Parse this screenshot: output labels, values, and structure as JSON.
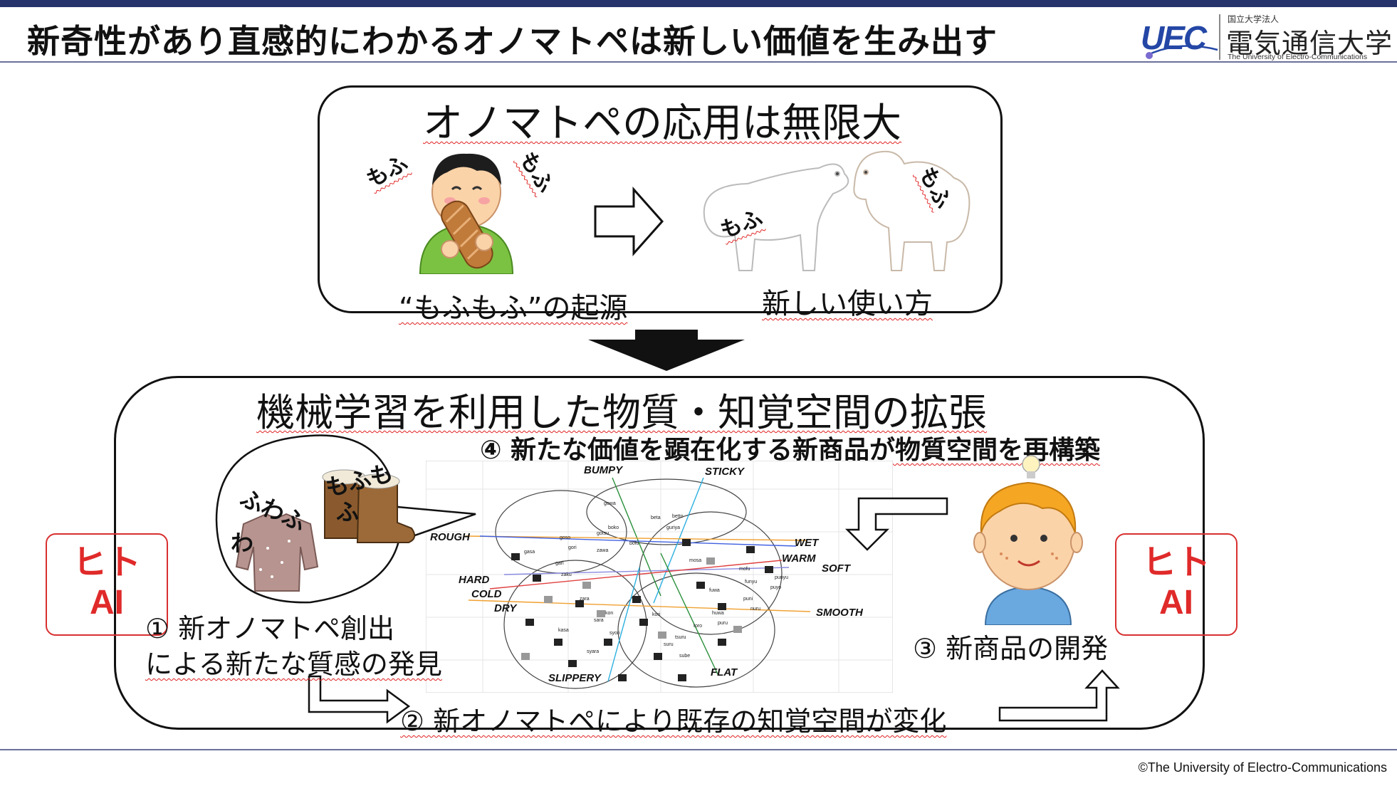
{
  "header": {
    "title": "新奇性があり直感的にわかるオノマトペは新しい価値を生み出す",
    "logo_mark": "UEC",
    "logo_sub": "国立大学法人",
    "logo_name": "電気通信大学",
    "logo_en": "The University of Electro-Communications"
  },
  "footer": {
    "copyright": "©The University of Electro-Communications"
  },
  "top_panel": {
    "title": "オノマトペの応用は無限大",
    "origin_caption": "“もふもふ”の起源",
    "new_use_caption": "新しい使い方",
    "onomatopoeia": [
      "もふ",
      "もふ",
      "もふ",
      "もふ"
    ]
  },
  "bottom_panel": {
    "title": "機械学習を利用した物質・知覚空間の拡張",
    "step4": "④ 新たな価値を顕在化する新商品が物質空間を再構築",
    "step1_line1": "① 新オノマトペ創出",
    "step1_line2": "による新たな質感の発見",
    "step2": "② 新オノマトペにより既存の知覚空間が変化",
    "step3": "③ 新商品の開発",
    "bubble_words": [
      "もふも",
      "ふ",
      "ふわふ",
      "わ"
    ],
    "hito_ai_left": {
      "line1": "ヒト",
      "line2": "AI"
    },
    "hito_ai_right": {
      "line1": "ヒト",
      "line2": "AI"
    }
  },
  "plot_labels": {
    "axes": [
      "BUMPY",
      "STICKY",
      "ROUGH",
      "WET",
      "WARM",
      "SOFT",
      "HARD",
      "COLD",
      "DRY",
      "SMOOTH",
      "SLIPPERY",
      "FLAT"
    ],
    "words": [
      "gowa",
      "beta",
      "betto",
      "guriya",
      "goso",
      "boko",
      "gotsu",
      "zawa",
      "bolu",
      "gori",
      "gasa",
      "gari",
      "zara",
      "kasa",
      "sara",
      "syori",
      "kori",
      "kon",
      "tsuru",
      "syara",
      "sube",
      "suru",
      "funyu",
      "puyo",
      "puni",
      "punyu",
      "fuwa",
      "mofu",
      "nuru",
      "mosa",
      "toro",
      "huwa",
      "puru",
      "zaku"
    ]
  }
}
